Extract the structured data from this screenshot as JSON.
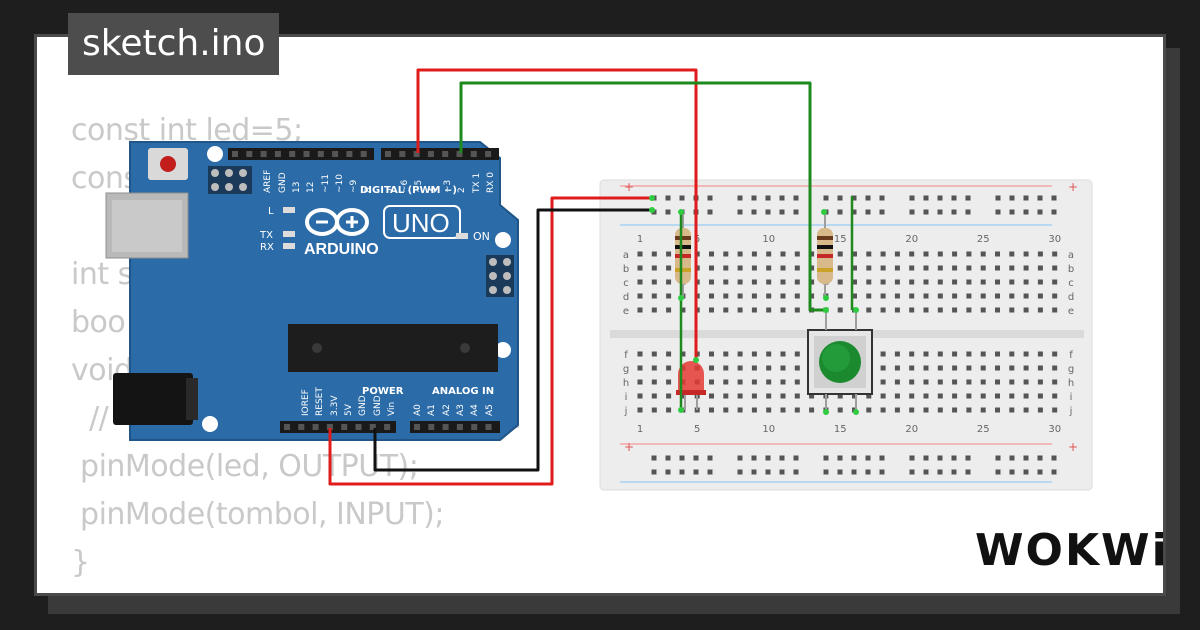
{
  "title": "sketch.ino",
  "brand": "WOKWi",
  "code_lines": [
    "const int led=5;",
    "const",
    "",
    "int s",
    "boo",
    "void",
    "  //                                    to run",
    " pinMode(led, OUTPUT);",
    " pinMode(tombol, INPUT);",
    "}"
  ],
  "arduino": {
    "logo_text": "ARDUINO",
    "model": "UNO",
    "digital_header": "DIGITAL (PWM ~)",
    "power_header": "POWER",
    "analog_header": "ANALOG IN",
    "on_label": "ON",
    "l_label": "L",
    "tx_label": "TX",
    "rx_label": "RX",
    "top_pins": [
      "AREF",
      "GND",
      "13",
      "12",
      "~11",
      "~10",
      "~9",
      "8",
      "7",
      "~6",
      "~5",
      "4",
      "~3",
      "2",
      "TX 1",
      "RX 0"
    ],
    "bottom_pins": [
      "IOREF",
      "RESET",
      "3.3V",
      "5V",
      "GND",
      "GND",
      "Vin",
      "A0",
      "A1",
      "A2",
      "A3",
      "A4",
      "A5"
    ]
  },
  "breadboard": {
    "column_numbers": [
      "1",
      "5",
      "10",
      "15",
      "20",
      "25",
      "30"
    ],
    "row_letters_top": [
      "a",
      "b",
      "c",
      "d",
      "e"
    ],
    "row_letters_bottom": [
      "f",
      "g",
      "h",
      "i",
      "j"
    ],
    "rail_plus": "+",
    "rail_minus": "-"
  },
  "colors": {
    "board_blue": "#2b6ba8",
    "wire_red": "#e01b1b",
    "wire_green": "#1e8a1e",
    "wire_black": "#111111",
    "led_red": "#e53935",
    "button_green": "#1b8a2e"
  }
}
